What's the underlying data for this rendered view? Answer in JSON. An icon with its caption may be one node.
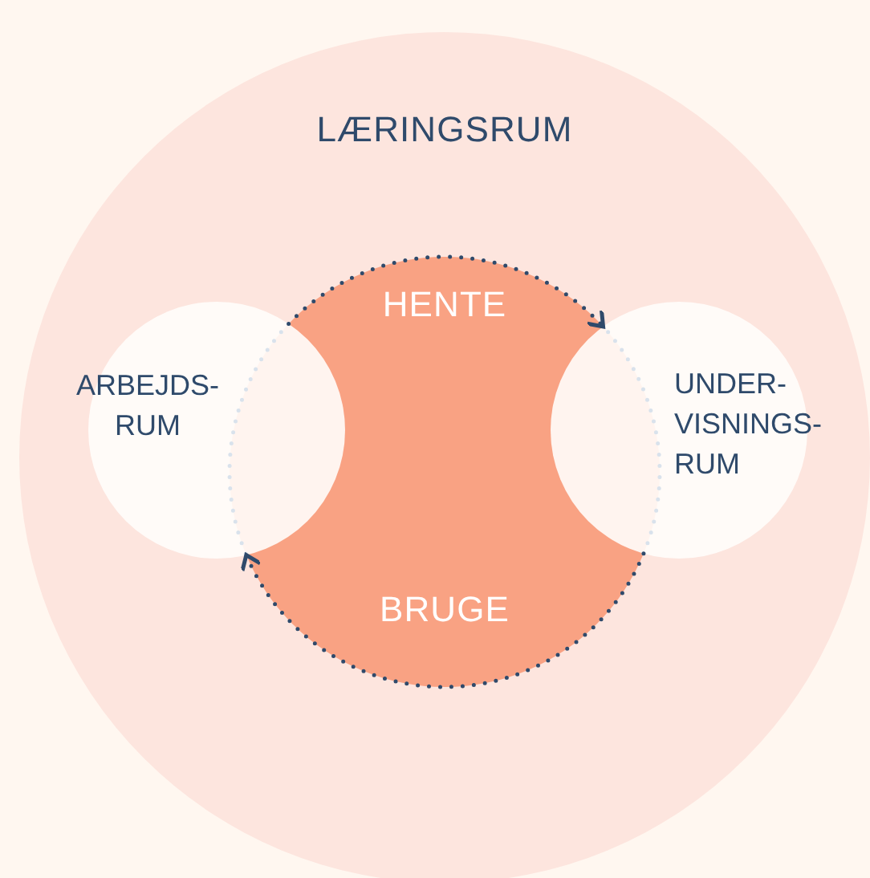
{
  "diagram": {
    "nodes": [
      {
        "text": [
          "LÆRINGSRUM"
        ]
      },
      {
        "text": [
          "HENTE",
          "BRUGE"
        ],
        "in": 0
      },
      {
        "text": [
          "ARBEJDS- RUM"
        ],
        "in": 0
      },
      {
        "text": [
          "UNDER- VISNINGS- RUM"
        ],
        "in": 0
      }
    ],
    "edges": [
      {
        "from": 2,
        "to": 3,
        "arrow": "to",
        "style": "dashed"
      },
      {
        "from": 3,
        "to": 2,
        "arrow": "to",
        "style": "dashed"
      }
    ]
  }
}
